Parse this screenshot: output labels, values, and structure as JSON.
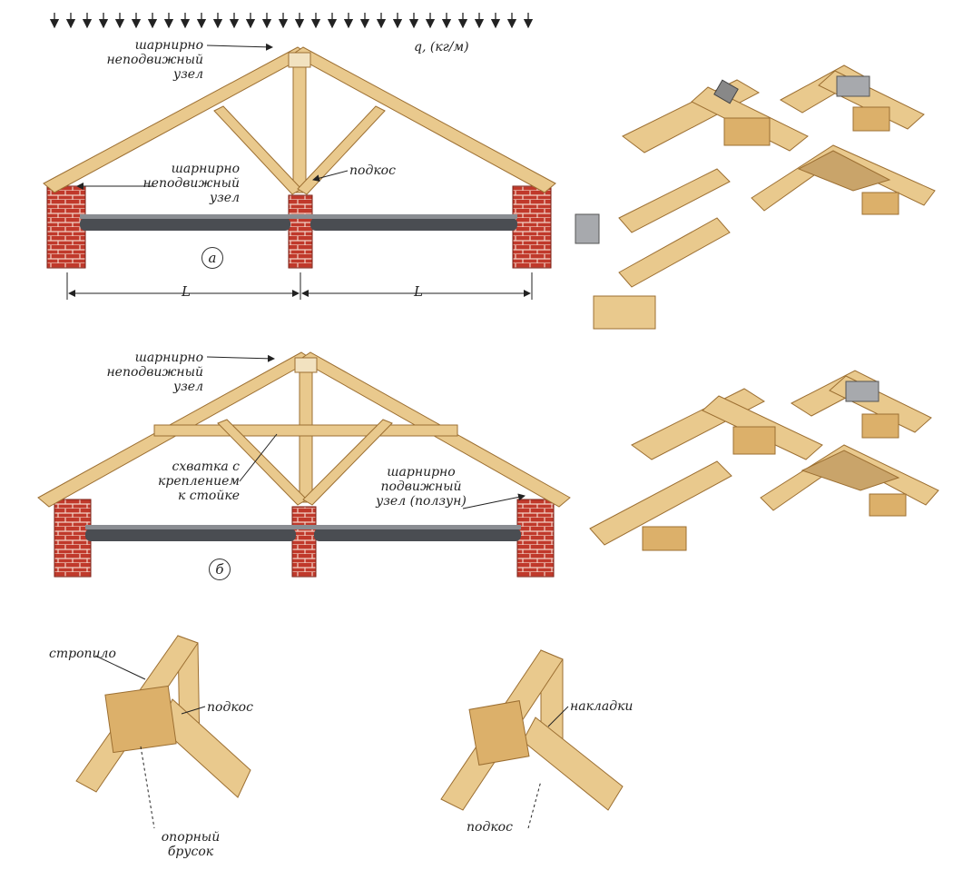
{
  "truss_a": {
    "load_label": "q, (кг/м)",
    "ridge_node_label": [
      "шарнирно",
      "неподвижный",
      "узел"
    ],
    "eave_node_label": [
      "шарнирно",
      "неподвижный",
      "узел"
    ],
    "brace_label": "подкос",
    "letter": "а",
    "span_label_left": "L",
    "span_label_right": "L"
  },
  "truss_b": {
    "ridge_node_label": [
      "шарнирно",
      "неподвижный",
      "узел"
    ],
    "collar_label": [
      "схватка с",
      "креплением",
      "к стойке"
    ],
    "slider_label": [
      "шарнирно",
      "подвижный",
      "узел (ползун)"
    ],
    "letter": "б"
  },
  "detail_left": {
    "rafter_label": "стропило",
    "brace_label": "подкос",
    "support_label": [
      "опорный",
      "брусок"
    ]
  },
  "detail_right": {
    "pads_label": "накладки",
    "brace_label": "подкос"
  },
  "colors": {
    "wood": "#e9c98d",
    "wood_dark": "#c99a55",
    "brick": "#c0392b",
    "beam": "#4a4d52",
    "ink": "#222222"
  }
}
